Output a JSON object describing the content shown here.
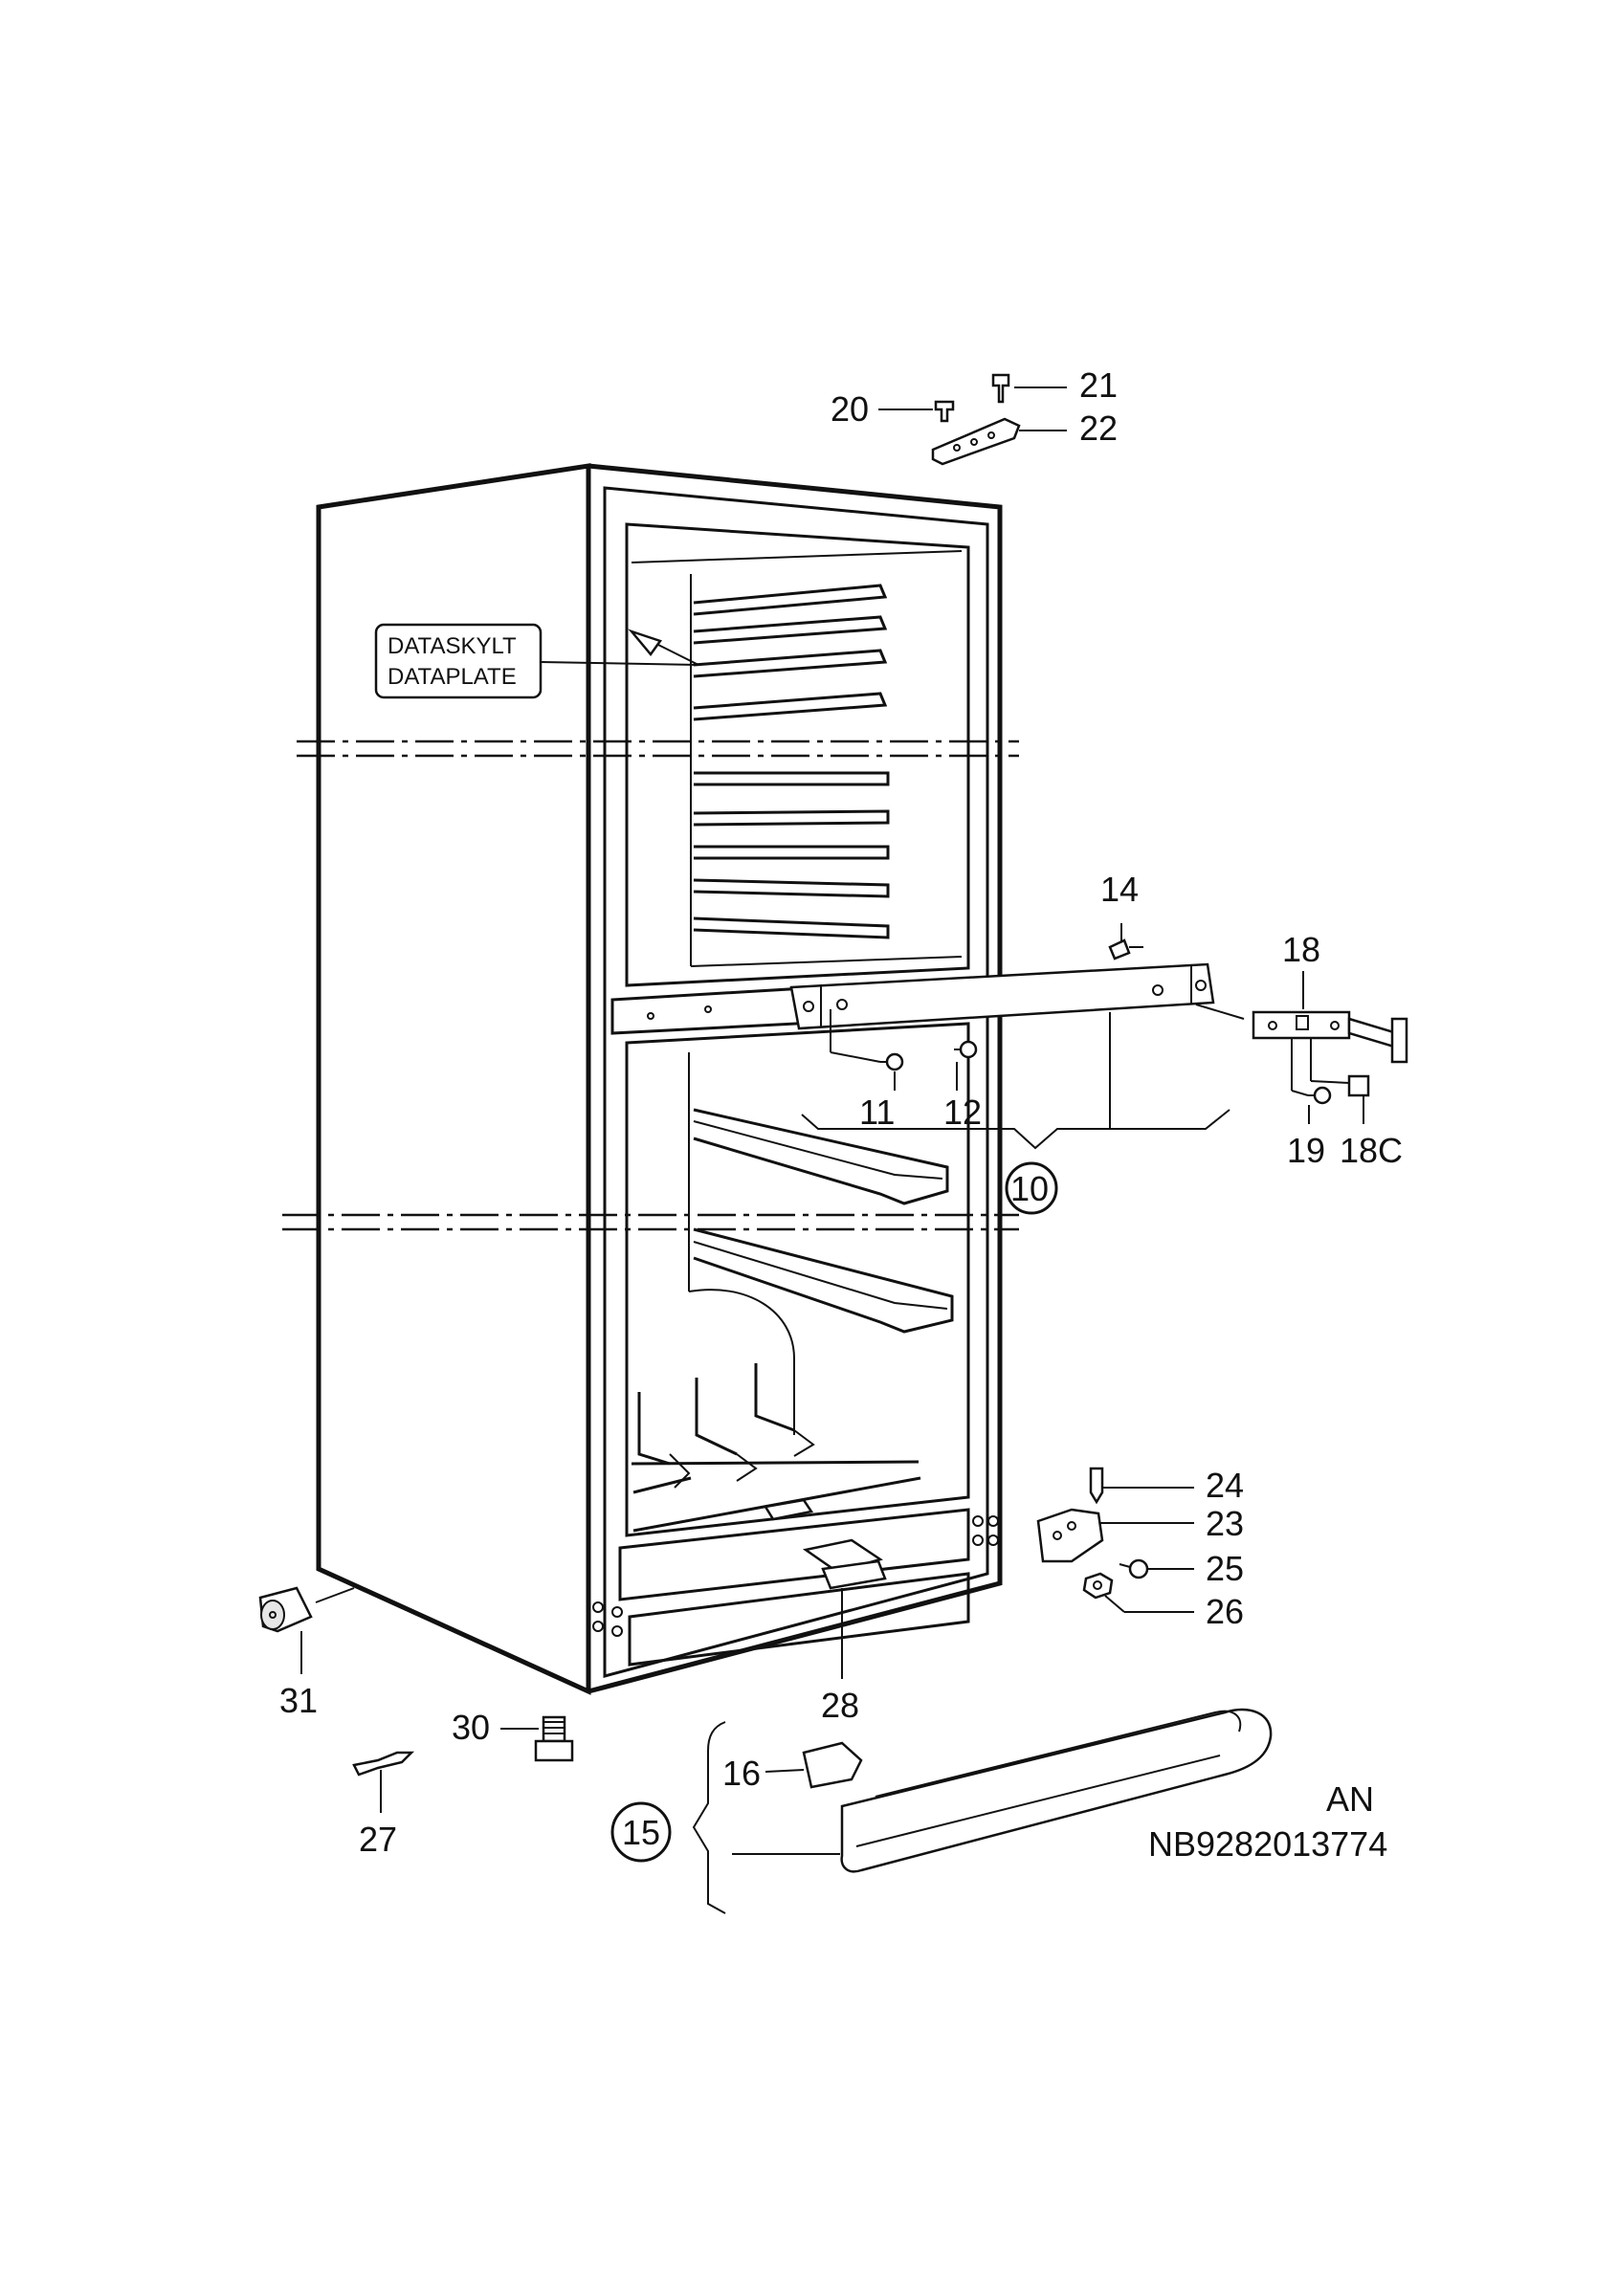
{
  "plate": {
    "line1": "DATASKYLT",
    "line2": "DATAPLATE"
  },
  "callouts": {
    "p10": "10",
    "p11": "11",
    "p12": "12",
    "p14": "14",
    "p15": "15",
    "p16": "16",
    "p18": "18",
    "p18c": "18C",
    "p19": "19",
    "p20": "20",
    "p21": "21",
    "p22": "22",
    "p23": "23",
    "p24": "24",
    "p25": "25",
    "p26": "26",
    "p27": "27",
    "p28": "28",
    "p30": "30",
    "p31": "31"
  },
  "footer": {
    "variant": "AN",
    "doc_number": "NB9282013774"
  }
}
